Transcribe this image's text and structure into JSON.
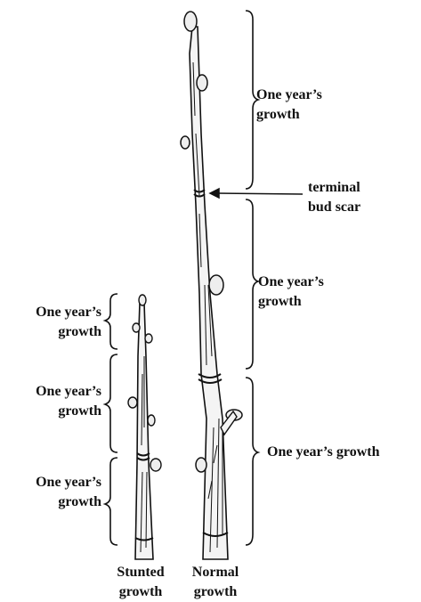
{
  "labels": {
    "normal_top": [
      "One year’s",
      "growth"
    ],
    "terminal_bud_scar": [
      "terminal",
      "bud scar"
    ],
    "normal_middle": [
      "One year’s",
      "growth"
    ],
    "normal_bottom": "One year’s growth",
    "stunted_top": [
      "One year’s",
      "growth"
    ],
    "stunted_middle": [
      "One year’s",
      "growth"
    ],
    "stunted_bottom": [
      "One year’s",
      "growth"
    ],
    "stunted_caption": [
      "Stunted",
      "growth"
    ],
    "normal_caption": [
      "Normal",
      "growth"
    ]
  },
  "colors": {
    "ink": "#111111",
    "bark_light": "#f2f2f2",
    "bark_texture": "#222222"
  }
}
